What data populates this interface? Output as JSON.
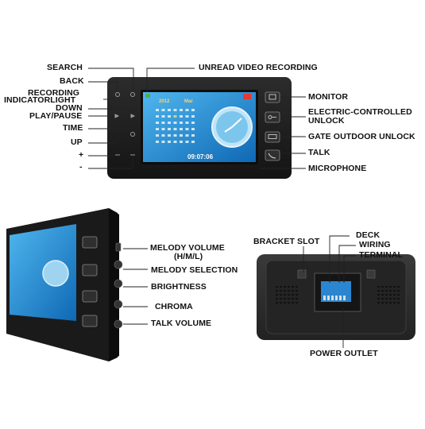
{
  "front_labels": {
    "search": "SEARCH",
    "back": "BACK",
    "recording": "RECORDING",
    "indicator_light": "INDICATORLIGHT",
    "down": "DOWN",
    "play_pause": "PLAY/PAUSE",
    "time": "TIME",
    "up": "UP",
    "plus": "+",
    "minus": "-",
    "unread_video_recording": "UNREAD VIDEO RECORDING",
    "monitor": "MONITOR",
    "electric_unlock_1": "ELECTRIC-CONTROLLED",
    "electric_unlock_2": "UNLOCK",
    "gate_outdoor_unlock": "GATE OUTDOOR UNLOCK",
    "talk": "TALK",
    "microphone": "MICROPHONE"
  },
  "screen": {
    "year": "2012",
    "month": "Mar",
    "time": "09:07:06"
  },
  "side_labels": {
    "melody_volume_1": "MELODY VOLUME",
    "melody_volume_2": "(H/M/L)",
    "melody_selection": "MELODY SELECTION",
    "brightness": "BRIGHTNESS",
    "chroma": "CHROMA",
    "talk_volume": "TALK VOLUME"
  },
  "back_labels": {
    "bracket_slot": "BRACKET SLOT",
    "deck": "DECK",
    "wiring": "WIRING",
    "terminal": "TERMINAL",
    "power_outlet": "POWER OUTLET"
  },
  "colors": {
    "body": "#1c1c1c",
    "bezel": "#2a2a2a",
    "screen": "#1f8fd6",
    "button": "#3a3a3a",
    "button_text": "#ffffff",
    "back_panel": "#2d2d2d",
    "terminal_blue": "#2a86d0"
  },
  "icons": [
    "monitor-icon",
    "key-icon",
    "bell-icon",
    "phone-icon"
  ]
}
